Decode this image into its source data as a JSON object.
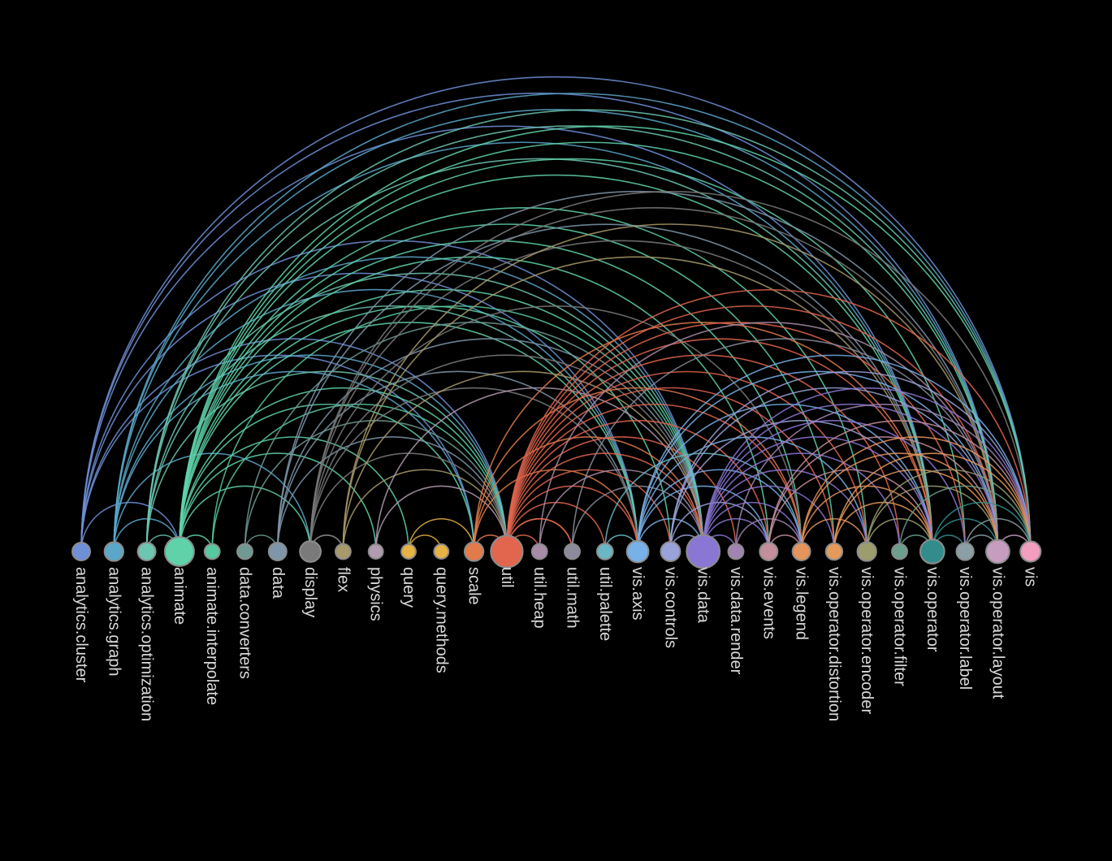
{
  "diagram": {
    "type": "arc",
    "nodes": [
      {
        "id": "analytics.cluster",
        "color": "#6f8fd6",
        "weight": 1
      },
      {
        "id": "analytics.graph",
        "color": "#5aa7c9",
        "weight": 1.2
      },
      {
        "id": "analytics.optimization",
        "color": "#6cc6b0",
        "weight": 1
      },
      {
        "id": "animate",
        "color": "#5fd2a9",
        "weight": 4
      },
      {
        "id": "animate.interpolate",
        "color": "#57c9a0",
        "weight": 0.6
      },
      {
        "id": "data.converters",
        "color": "#6f9a93",
        "weight": 0.6
      },
      {
        "id": "data",
        "color": "#7f96aa",
        "weight": 1
      },
      {
        "id": "display",
        "color": "#7a7a7a",
        "weight": 1.6
      },
      {
        "id": "flex",
        "color": "#a89a6a",
        "weight": 0.6
      },
      {
        "id": "physics",
        "color": "#b29bb0",
        "weight": 0.5
      },
      {
        "id": "query",
        "color": "#e7b343",
        "weight": 0.5
      },
      {
        "id": "query.methods",
        "color": "#e7b343",
        "weight": 0.5
      },
      {
        "id": "scale",
        "color": "#e27a49",
        "weight": 1.2
      },
      {
        "id": "util",
        "color": "#e2654d",
        "weight": 5
      },
      {
        "id": "util.heap",
        "color": "#a78ca8",
        "weight": 0.6
      },
      {
        "id": "util.math",
        "color": "#8b8b9c",
        "weight": 0.6
      },
      {
        "id": "util.palette",
        "color": "#6ab8c3",
        "weight": 0.7
      },
      {
        "id": "vis.axis",
        "color": "#78b0e8",
        "weight": 1.8
      },
      {
        "id": "vis.controls",
        "color": "#9aa3d9",
        "weight": 1.3
      },
      {
        "id": "vis.data",
        "color": "#8a77d4",
        "weight": 5.5
      },
      {
        "id": "vis.data.render",
        "color": "#a184b3",
        "weight": 0.6
      },
      {
        "id": "vis.events",
        "color": "#c48e9c",
        "weight": 1
      },
      {
        "id": "vis.legend",
        "color": "#e5945c",
        "weight": 1
      },
      {
        "id": "vis.operator.distortion",
        "color": "#e59a5a",
        "weight": 0.8
      },
      {
        "id": "vis.operator.encoder",
        "color": "#9c9c6e",
        "weight": 1.2
      },
      {
        "id": "vis.operator.filter",
        "color": "#6b9e8d",
        "weight": 0.6
      },
      {
        "id": "vis.operator",
        "color": "#338c8c",
        "weight": 2.4
      },
      {
        "id": "vis.operator.label",
        "color": "#8aa0a6",
        "weight": 0.9
      },
      {
        "id": "vis.operator.layout",
        "color": "#c69dbf",
        "weight": 2.2
      },
      {
        "id": "vis",
        "color": "#f39dbf",
        "weight": 1.5
      }
    ],
    "links": [
      [
        0,
        29
      ],
      [
        0,
        28
      ],
      [
        0,
        26
      ],
      [
        0,
        19
      ],
      [
        0,
        13
      ],
      [
        0,
        17
      ],
      [
        0,
        3
      ],
      [
        0,
        12
      ],
      [
        1,
        29
      ],
      [
        1,
        28
      ],
      [
        1,
        19
      ],
      [
        1,
        13
      ],
      [
        1,
        17
      ],
      [
        1,
        26
      ],
      [
        1,
        3
      ],
      [
        1,
        12
      ],
      [
        1,
        7
      ],
      [
        2,
        29
      ],
      [
        2,
        19
      ],
      [
        2,
        13
      ],
      [
        2,
        17
      ],
      [
        2,
        26
      ],
      [
        2,
        3
      ],
      [
        2,
        28
      ],
      [
        3,
        29
      ],
      [
        3,
        28
      ],
      [
        3,
        26
      ],
      [
        3,
        24
      ],
      [
        3,
        22
      ],
      [
        3,
        19
      ],
      [
        3,
        13
      ],
      [
        3,
        17
      ],
      [
        3,
        12
      ],
      [
        3,
        7
      ],
      [
        3,
        21
      ],
      [
        3,
        18
      ],
      [
        3,
        23
      ],
      [
        3,
        27
      ],
      [
        3,
        4
      ],
      [
        3,
        9
      ],
      [
        3,
        10
      ],
      [
        4,
        13
      ],
      [
        4,
        19
      ],
      [
        5,
        13
      ],
      [
        5,
        19
      ],
      [
        5,
        6
      ],
      [
        6,
        13
      ],
      [
        6,
        19
      ],
      [
        6,
        26
      ],
      [
        6,
        17
      ],
      [
        6,
        28
      ],
      [
        7,
        13
      ],
      [
        7,
        19
      ],
      [
        7,
        26
      ],
      [
        7,
        17
      ],
      [
        7,
        28
      ],
      [
        7,
        29
      ],
      [
        7,
        22
      ],
      [
        7,
        8
      ],
      [
        8,
        13
      ],
      [
        8,
        19
      ],
      [
        8,
        26
      ],
      [
        8,
        28
      ],
      [
        8,
        7
      ],
      [
        9,
        13
      ],
      [
        9,
        19
      ],
      [
        10,
        11
      ],
      [
        10,
        12
      ],
      [
        12,
        13
      ],
      [
        12,
        17
      ],
      [
        12,
        19
      ],
      [
        12,
        26
      ],
      [
        12,
        22
      ],
      [
        13,
        29
      ],
      [
        13,
        28
      ],
      [
        13,
        27
      ],
      [
        13,
        26
      ],
      [
        13,
        25
      ],
      [
        13,
        24
      ],
      [
        13,
        23
      ],
      [
        13,
        22
      ],
      [
        13,
        21
      ],
      [
        13,
        20
      ],
      [
        13,
        19
      ],
      [
        13,
        18
      ],
      [
        13,
        17
      ],
      [
        13,
        16
      ],
      [
        13,
        15
      ],
      [
        13,
        14
      ],
      [
        14,
        19
      ],
      [
        14,
        28
      ],
      [
        15,
        19
      ],
      [
        15,
        28
      ],
      [
        15,
        13
      ],
      [
        16,
        22
      ],
      [
        16,
        17
      ],
      [
        17,
        29
      ],
      [
        17,
        28
      ],
      [
        17,
        26
      ],
      [
        17,
        24
      ],
      [
        17,
        22
      ],
      [
        17,
        21
      ],
      [
        17,
        19
      ],
      [
        18,
        29
      ],
      [
        18,
        19
      ],
      [
        18,
        21
      ],
      [
        18,
        26
      ],
      [
        18,
        28
      ],
      [
        19,
        29
      ],
      [
        19,
        28
      ],
      [
        19,
        27
      ],
      [
        19,
        26
      ],
      [
        19,
        25
      ],
      [
        19,
        24
      ],
      [
        19,
        23
      ],
      [
        19,
        22
      ],
      [
        19,
        21
      ],
      [
        19,
        20
      ],
      [
        20,
        22
      ],
      [
        20,
        29
      ],
      [
        21,
        29
      ],
      [
        21,
        28
      ],
      [
        21,
        22
      ],
      [
        21,
        26
      ],
      [
        22,
        29
      ],
      [
        22,
        28
      ],
      [
        22,
        26
      ],
      [
        22,
        24
      ],
      [
        23,
        26
      ],
      [
        23,
        29
      ],
      [
        23,
        28
      ],
      [
        24,
        26
      ],
      [
        24,
        28
      ],
      [
        24,
        29
      ],
      [
        25,
        26
      ],
      [
        25,
        29
      ],
      [
        26,
        29
      ],
      [
        26,
        28
      ],
      [
        26,
        27
      ],
      [
        27,
        28
      ],
      [
        27,
        29
      ],
      [
        28,
        29
      ]
    ]
  }
}
